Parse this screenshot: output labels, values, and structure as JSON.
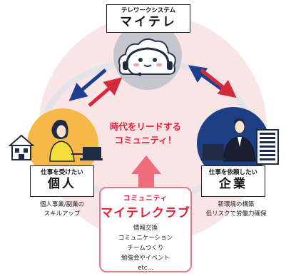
{
  "top": {
    "subtitle": "テレワークシステム",
    "title": "マイテレ"
  },
  "center_message": {
    "line1": "時代をリードする",
    "line2": "コミュニティ！"
  },
  "individual": {
    "subtitle": "仕事を受けたい",
    "title": "個人",
    "desc1": "個人事業/副業の",
    "desc2": "スキルアップ"
  },
  "company": {
    "subtitle": "仕事を依頼したい",
    "title": "企業",
    "desc1": "新環境の構築",
    "desc2": "低リスクで労働力確保"
  },
  "community": {
    "subtitle": "コミュニティ",
    "title": "マイテレクラブ",
    "items": [
      "情報交換",
      "コミュニケーション",
      "チームつくり",
      "勉強会やイベント",
      "etc..."
    ]
  },
  "colors": {
    "accent_red": "#e21f3a",
    "arrow_blue": "#1e3f8f",
    "arrow_red": "#d42a3a",
    "individual_bg": "#f7b84a",
    "company_bg": "#1f3f84",
    "background_pink": "#f9e4e6"
  },
  "icons": [
    "cloud-character-icon",
    "house-icon",
    "office-building-icon",
    "laptop-icon"
  ]
}
